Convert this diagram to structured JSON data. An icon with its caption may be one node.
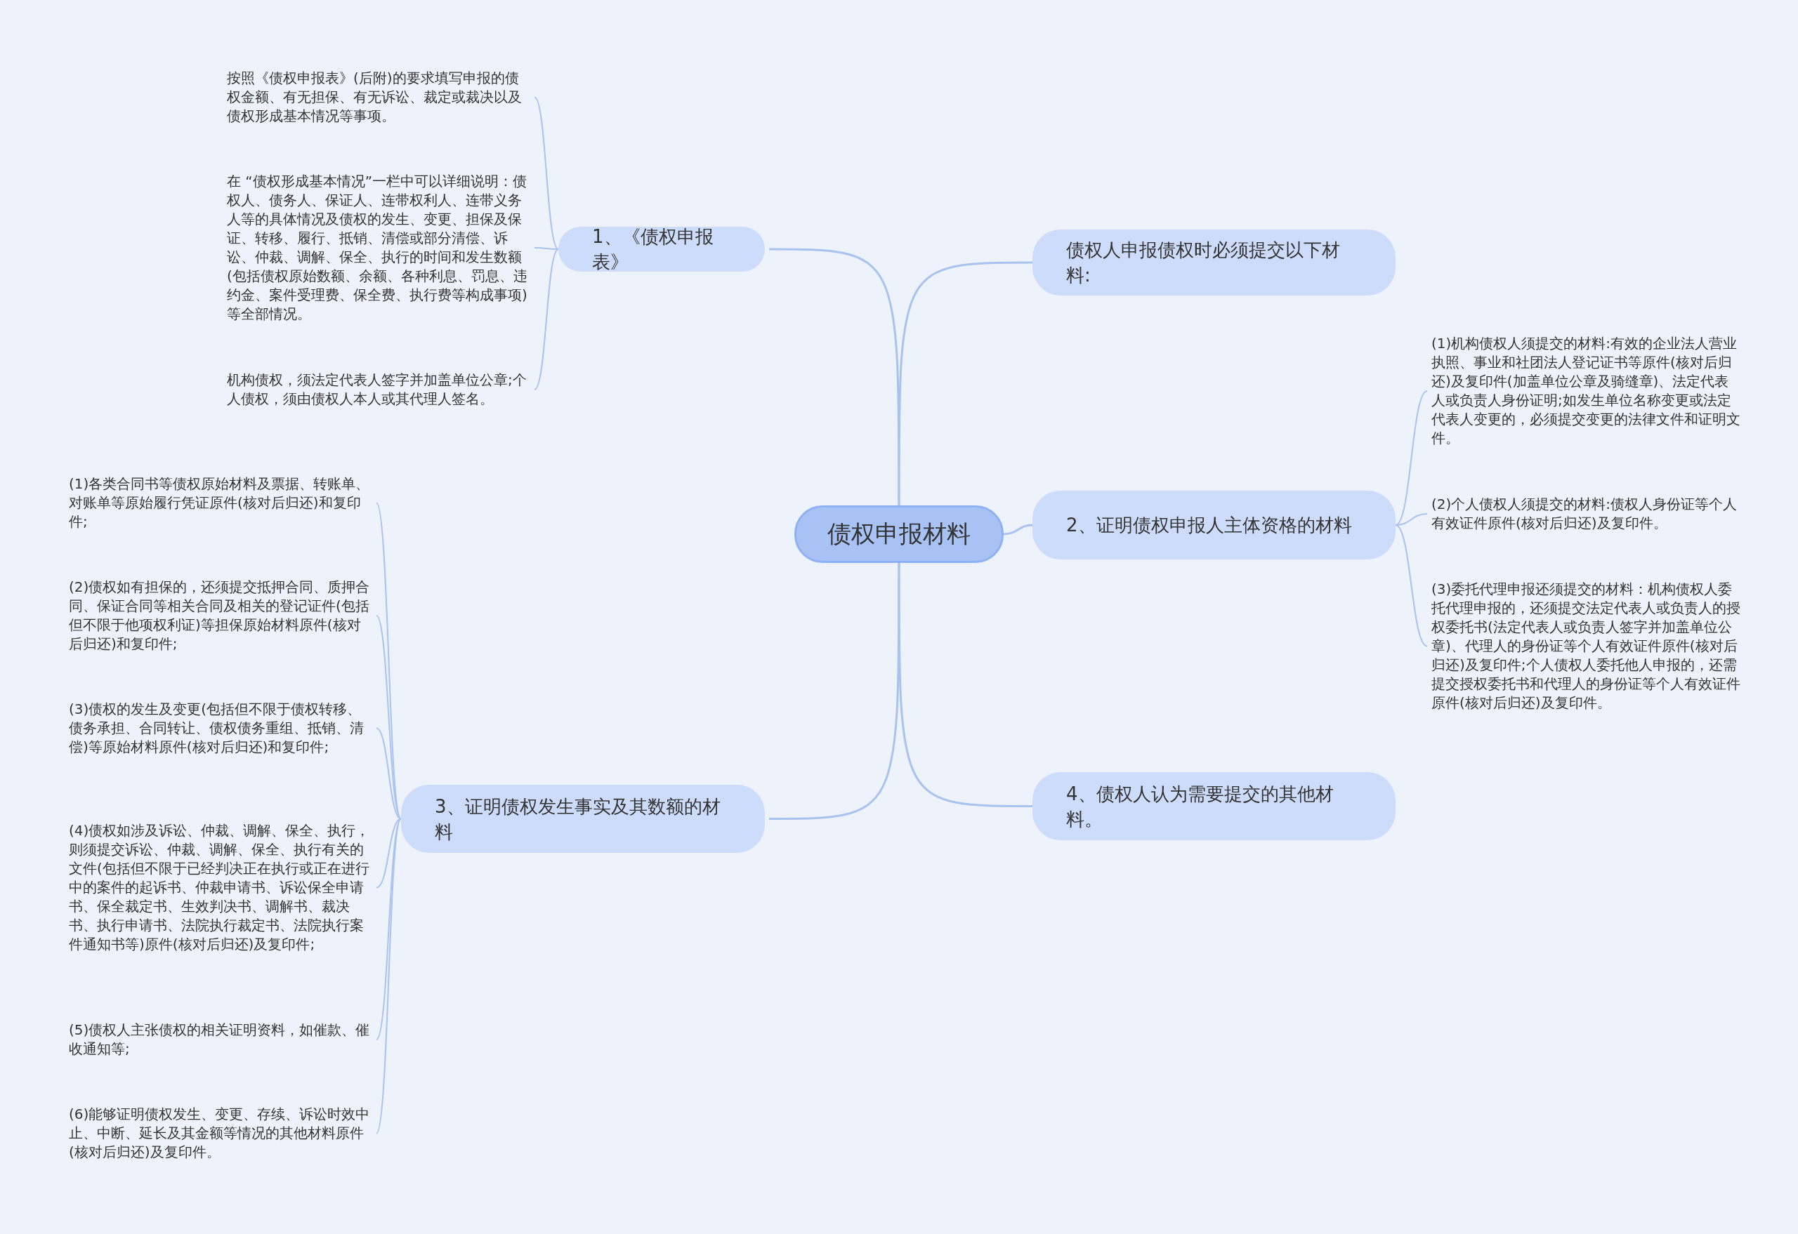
{
  "diagram": {
    "nodes": [
      {
        "text": [
          "债权申报材料"
        ]
      },
      {
        "text": [
          "1、《债权申报表》"
        ]
      },
      {
        "text": [
          "按照《债权申报表》(后附)的要求填写申报的债权金额、有无担保、有无诉讼、裁定或裁决以及债权形成基本情况等事项。"
        ]
      },
      {
        "text": [
          "在 “债权形成基本情况”一栏中可以详细说明：债权人、债务人、保证人、连带权利人、连带义务人等的具体情况及债权的发生、变更、担保及保证、转移、履行、抵销、清偿或部分清偿、诉讼、仲裁、调解、保全、执行的时间和发生数额(包括债权原始数额、余额、各种利息、罚息、违约金、案件受理费、保全费、执行费等构成事项)等全部情况。"
        ]
      },
      {
        "text": [
          "机构债权，须法定代表人签字并加盖单位公章;个人债权，须由债权人本人或其代理人签名。"
        ]
      },
      {
        "text": [
          "债权人申报债权时必须提交以下材料:"
        ]
      },
      {
        "text": [
          "2、证明债权申报人主体资格的材料"
        ]
      },
      {
        "text": [
          "(1)机构债权人须提交的材料:有效的企业法人营业执照、事业和社团法人登记证书等原件(核对后归还)及复印件(加盖单位公章及骑缝章)、法定代表人或负责人身份证明;如发生单位名称变更或法定代表人变更的，必须提交变更的法律文件和证明文件。"
        ]
      },
      {
        "text": [
          "(2)个人债权人须提交的材料:债权人身份证等个人有效证件原件(核对后归还)及复印件。"
        ]
      },
      {
        "text": [
          "(3)委托代理申报还须提交的材料：机构债权人委托代理申报的，还须提交法定代表人或负责人的授权委托书(法定代表人或负责人签字并加盖单位公章)、代理人的身份证等个人有效证件原件(核对后归还)及复印件;个人债权人委托他人申报的，还需提交授权委托书和代理人的身份证等个人有效证件原件(核对后归还)及复印件。"
        ]
      },
      {
        "text": [
          "3、证明债权发生事实及其数额的材料"
        ]
      },
      {
        "text": [
          "(1)各类合同书等债权原始材料及票据、转账单、对账单等原始履行凭证原件(核对后归还)和复印件;"
        ]
      },
      {
        "text": [
          "(2)债权如有担保的，还须提交抵押合同、质押合同、保证合同等相关合同及相关的登记证件(包括但不限于他项权利证)等担保原始材料原件(核对后归还)和复印件;"
        ]
      },
      {
        "text": [
          "(3)债权的发生及变更(包括但不限于债权转移、债务承担、合同转让、债权债务重组、抵销、清偿)等原始材料原件(核对后归还)和复印件;"
        ]
      },
      {
        "text": [
          "(4)债权如涉及诉讼、仲裁、调解、保全、执行，则须提交诉讼、仲裁、调解、保全、执行有关的文件(包括但不限于已经判决正在执行或正在进行中的案件的起诉书、仲裁申请书、诉讼保全申请书、保全裁定书、生效判决书、调解书、裁决书、执行申请书、法院执行裁定书、法院执行案件通知书等)原件(核对后归还)及复印件;"
        ]
      },
      {
        "text": [
          "(5)债权人主张债权的相关证明资料，如催款、催收通知等;"
        ]
      },
      {
        "text": [
          "(6)能够证明债权发生、变更、存续、诉讼时效中止、中断、延长及其金额等情况的其他材料原件(核对后归还)及复印件。"
        ]
      },
      {
        "text": [
          "4、债权人认为需要提交的其他材料。"
        ]
      }
    ],
    "edges": [
      {
        "from": 0,
        "to": 1,
        "arrow": "none"
      },
      {
        "from": 1,
        "to": 2,
        "arrow": "none"
      },
      {
        "from": 1,
        "to": 3,
        "arrow": "none"
      },
      {
        "from": 1,
        "to": 4,
        "arrow": "none"
      },
      {
        "from": 0,
        "to": 5,
        "arrow": "none"
      },
      {
        "from": 0,
        "to": 6,
        "arrow": "none"
      },
      {
        "from": 6,
        "to": 7,
        "arrow": "none"
      },
      {
        "from": 6,
        "to": 8,
        "arrow": "none"
      },
      {
        "from": 6,
        "to": 9,
        "arrow": "none"
      },
      {
        "from": 0,
        "to": 10,
        "arrow": "none"
      },
      {
        "from": 10,
        "to": 11,
        "arrow": "none"
      },
      {
        "from": 10,
        "to": 12,
        "arrow": "none"
      },
      {
        "from": 10,
        "to": 13,
        "arrow": "none"
      },
      {
        "from": 10,
        "to": 14,
        "arrow": "none"
      },
      {
        "from": 10,
        "to": 15,
        "arrow": "none"
      },
      {
        "from": 10,
        "to": 16,
        "arrow": "none"
      },
      {
        "from": 0,
        "to": 17,
        "arrow": "none"
      }
    ]
  }
}
